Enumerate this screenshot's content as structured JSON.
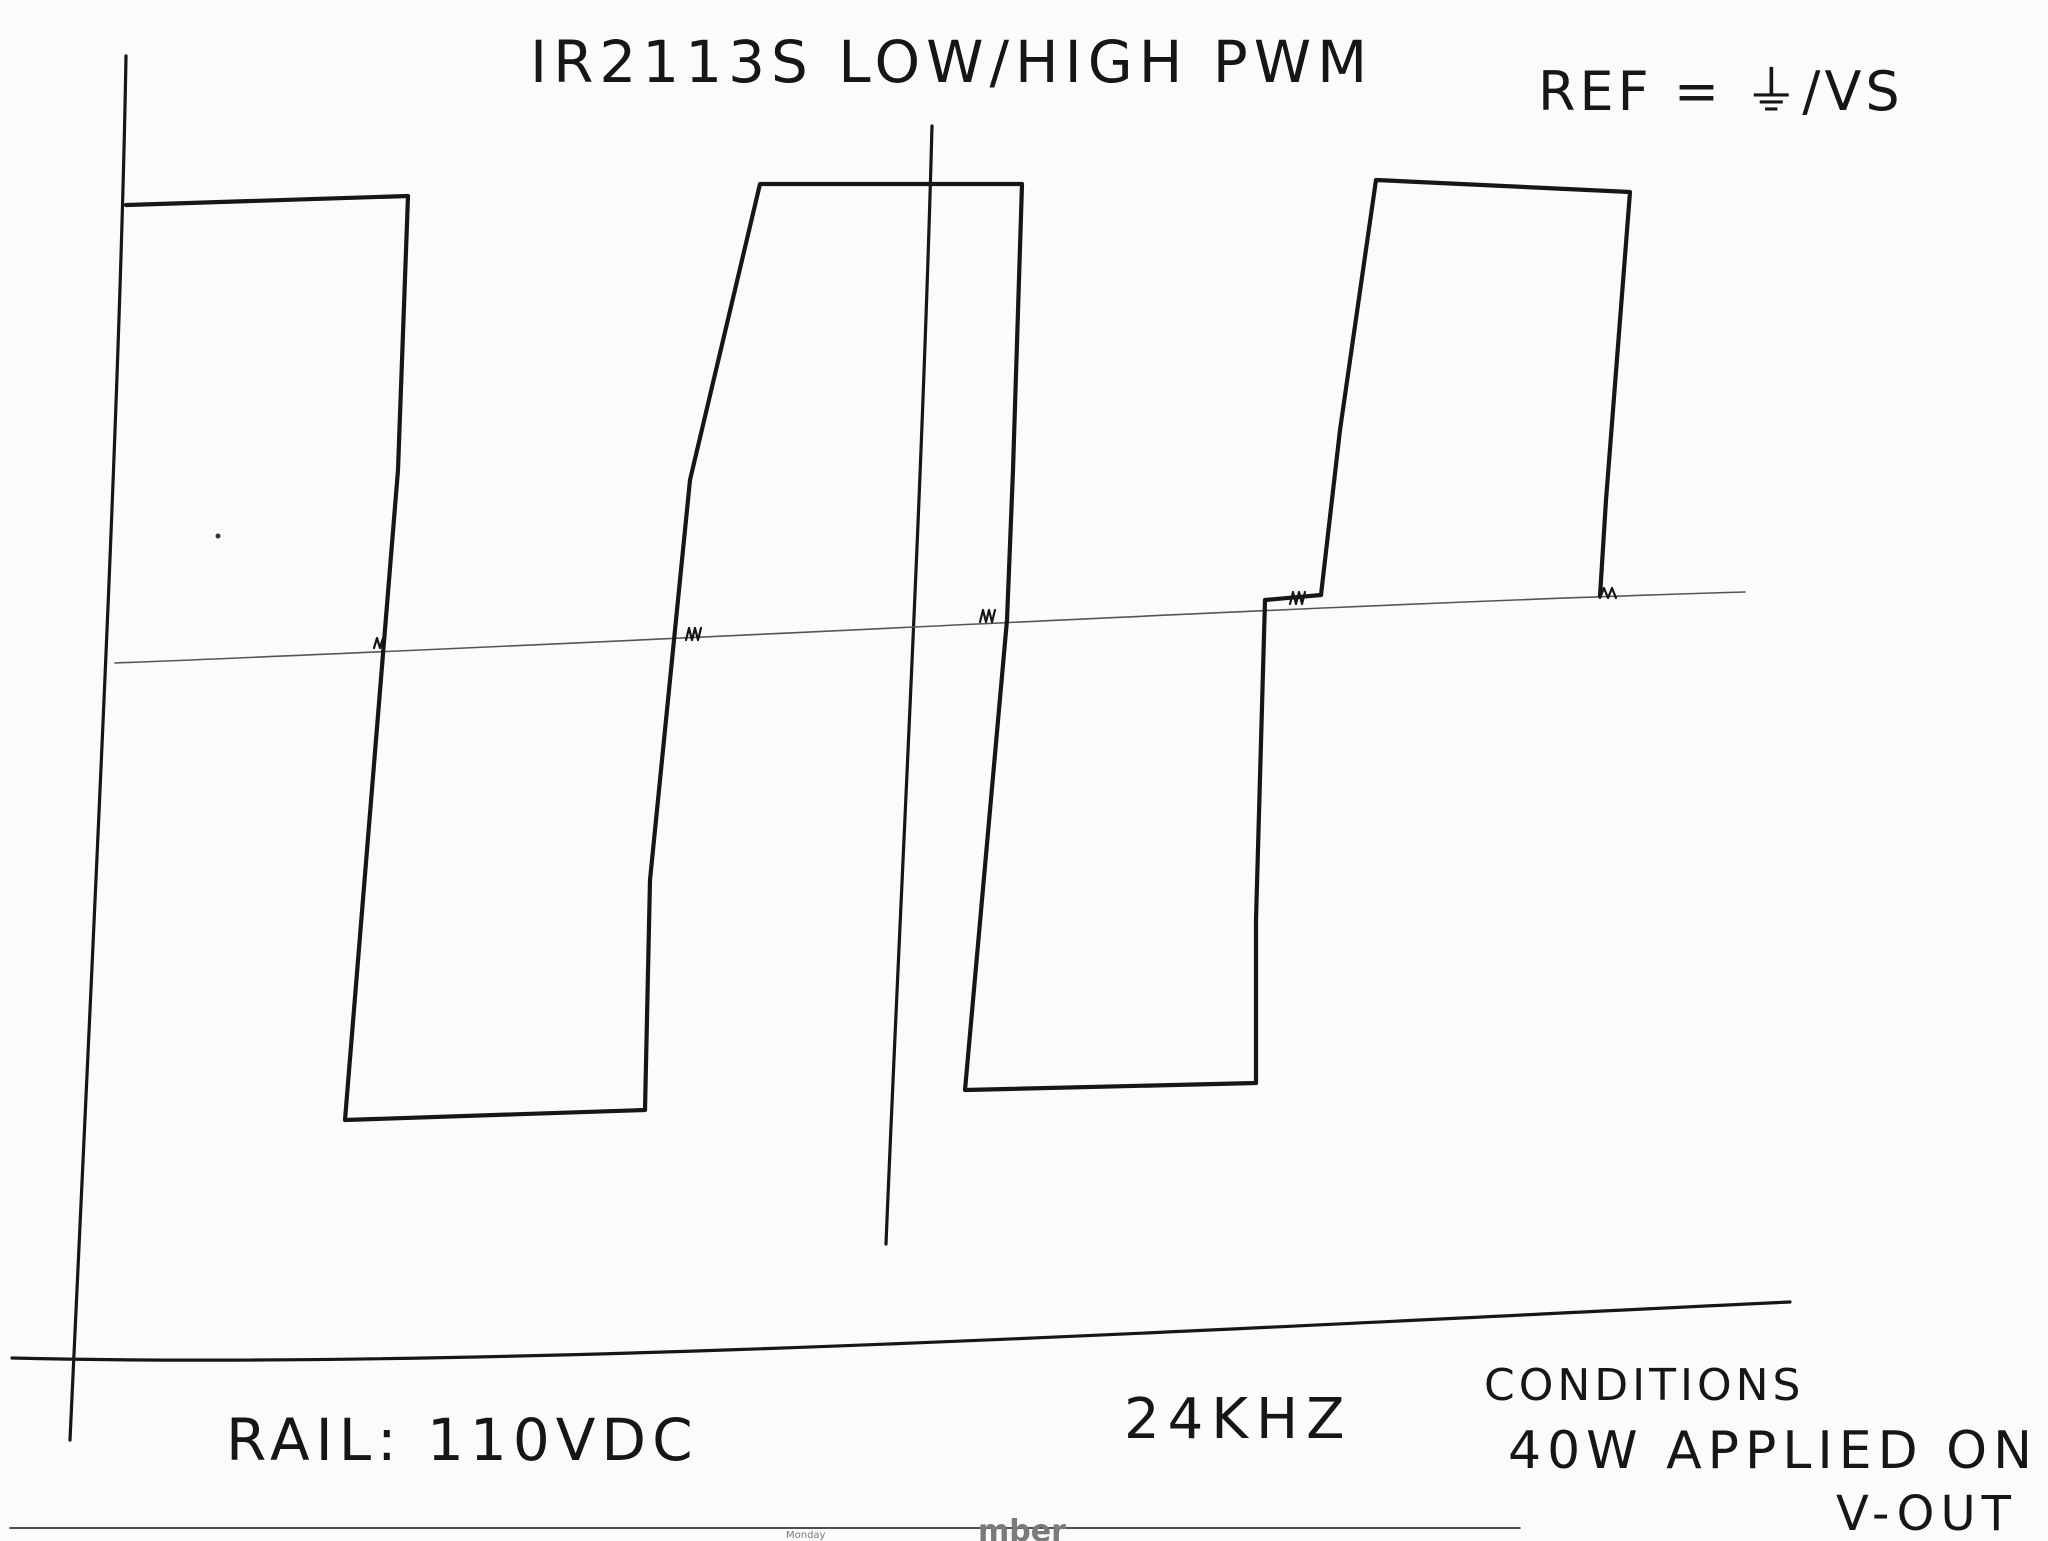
{
  "title": "IR2113S LOW/HIGH PWM",
  "reference": "REF = ⏚/VS",
  "rail": "RAIL: 110VDC",
  "frequency": "24KHZ",
  "conditions": {
    "line1": "CONDITIONS",
    "line2": "40W APPLIED ON",
    "line3": "V-OUT"
  },
  "bottom_edge_text": {
    "day": "Monday",
    "fragment": "mber"
  },
  "colors": {
    "ink": "#161616",
    "paper": "#fbfbfa"
  }
}
